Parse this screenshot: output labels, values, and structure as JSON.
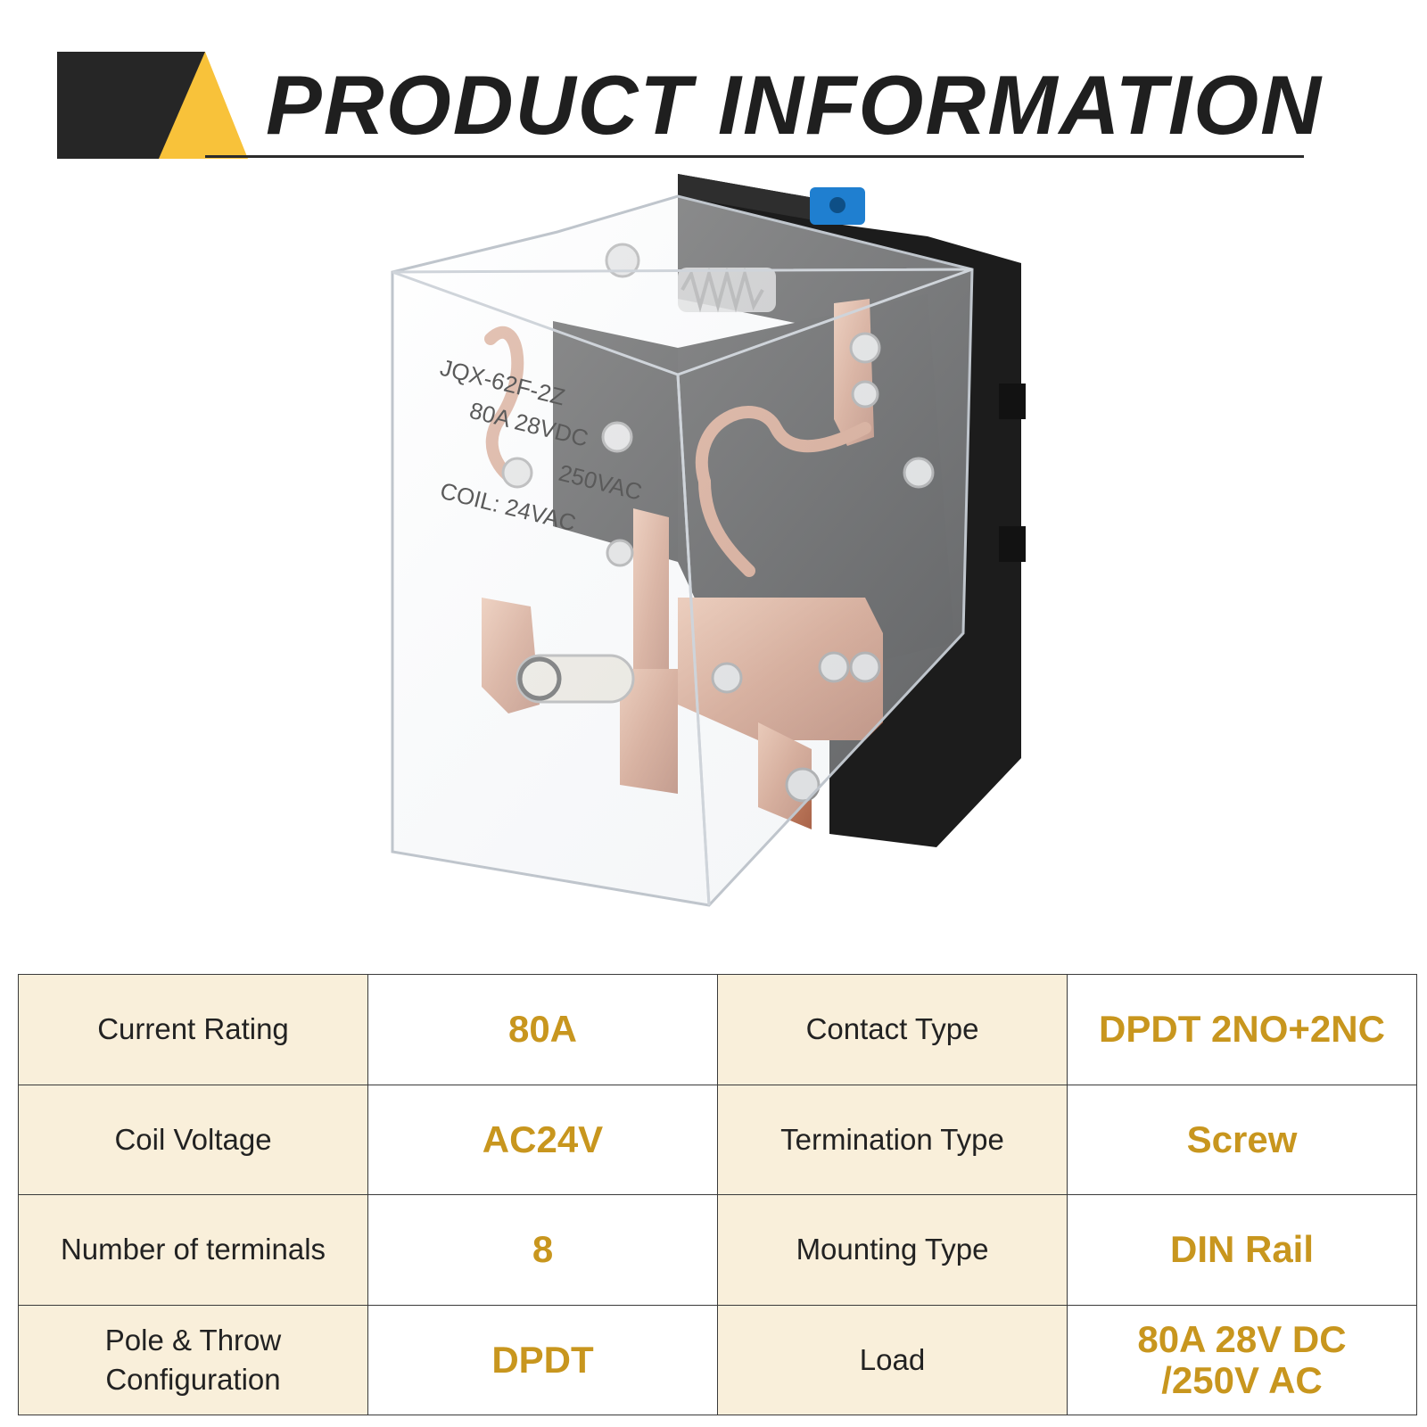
{
  "header": {
    "title": "PRODUCT INFORMATION",
    "accent_color": "#f8c23a",
    "block_color": "#262626"
  },
  "product_image": {
    "icon": "relay-icon",
    "markings": {
      "model": "JQX-62F-2Z",
      "rating_line_1": "80A  28VDC",
      "rating_line_2": "250VAC",
      "coil": "COIL: 24VAC"
    }
  },
  "specs": {
    "label_background": "#f9efda",
    "value_color": "#c8961e",
    "rows": [
      {
        "label_left": "Current Rating",
        "value_left": "80A",
        "label_right": "Contact Type",
        "value_right": "DPDT 2NO+2NC"
      },
      {
        "label_left": "Coil Voltage",
        "value_left": "AC24V",
        "label_right": "Termination Type",
        "value_right": "Screw"
      },
      {
        "label_left": "Number of terminals",
        "value_left": "8",
        "label_right": "Mounting Type",
        "value_right": "DIN Rail"
      },
      {
        "label_left": "Pole & Throw\nConfiguration",
        "value_left": "DPDT",
        "label_right": "Load",
        "value_right": "80A 28V DC\n/250V AC"
      }
    ]
  }
}
